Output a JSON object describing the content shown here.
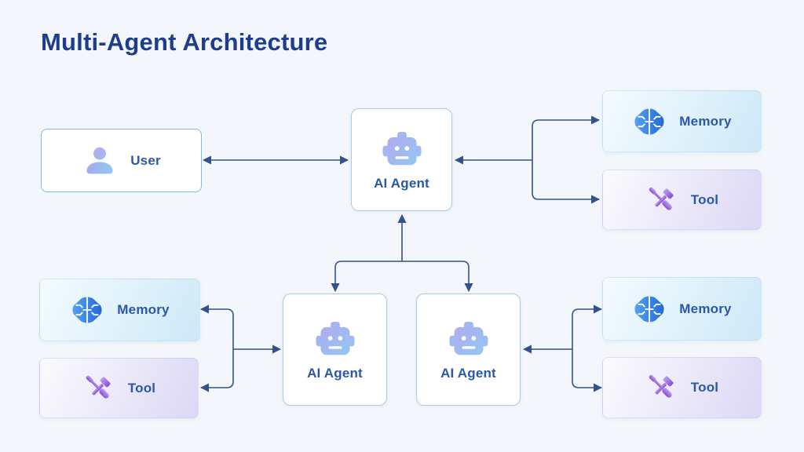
{
  "title": "Multi-Agent Architecture",
  "colors": {
    "background": "#f3f7fb",
    "title_navy": "#1d3d8e",
    "label_blue": "#2a58a6",
    "connector_line": "#33518c",
    "memory_icon_blue": "#2f7de0",
    "tool_icon_purple": "#8a4fd0",
    "robot_icon_gradient": [
      "#b3aaf0",
      "#8fc8f2"
    ],
    "memory_card_gradient": [
      "#f4fbfe",
      "#cde9f8"
    ],
    "tool_card_gradient": [
      "#fbfbfe",
      "#dcd7f5"
    ]
  },
  "nodes": {
    "user": {
      "label": "User",
      "icon": "user-icon"
    },
    "agent_top": {
      "label": "AI Agent",
      "icon": "robot-icon"
    },
    "agent_left": {
      "label": "AI Agent",
      "icon": "robot-icon"
    },
    "agent_right": {
      "label": "AI Agent",
      "icon": "robot-icon"
    },
    "memory_top_right": {
      "label": "Memory",
      "icon": "brain-icon"
    },
    "tool_top_right": {
      "label": "Tool",
      "icon": "tools-icon"
    },
    "memory_bottom_left": {
      "label": "Memory",
      "icon": "brain-icon"
    },
    "tool_bottom_left": {
      "label": "Tool",
      "icon": "tools-icon"
    },
    "memory_bottom_right": {
      "label": "Memory",
      "icon": "brain-icon"
    },
    "tool_bottom_right": {
      "label": "Tool",
      "icon": "tools-icon"
    }
  },
  "connections": [
    {
      "from": "user",
      "to": "agent_top",
      "style": "bidirectional"
    },
    {
      "from": "agent_top",
      "to": "memory_top_right",
      "style": "arrow"
    },
    {
      "from": "agent_top",
      "to": "tool_top_right",
      "style": "arrow"
    },
    {
      "from": "agent_top",
      "to": "agent_left",
      "style": "arrow"
    },
    {
      "from": "agent_top",
      "to": "agent_right",
      "style": "arrow"
    },
    {
      "from": "agent_left",
      "to": "memory_bottom_left",
      "style": "arrow"
    },
    {
      "from": "agent_left",
      "to": "tool_bottom_left",
      "style": "arrow"
    },
    {
      "from": "agent_right",
      "to": "memory_bottom_right",
      "style": "arrow"
    },
    {
      "from": "agent_right",
      "to": "tool_bottom_right",
      "style": "arrow"
    }
  ]
}
